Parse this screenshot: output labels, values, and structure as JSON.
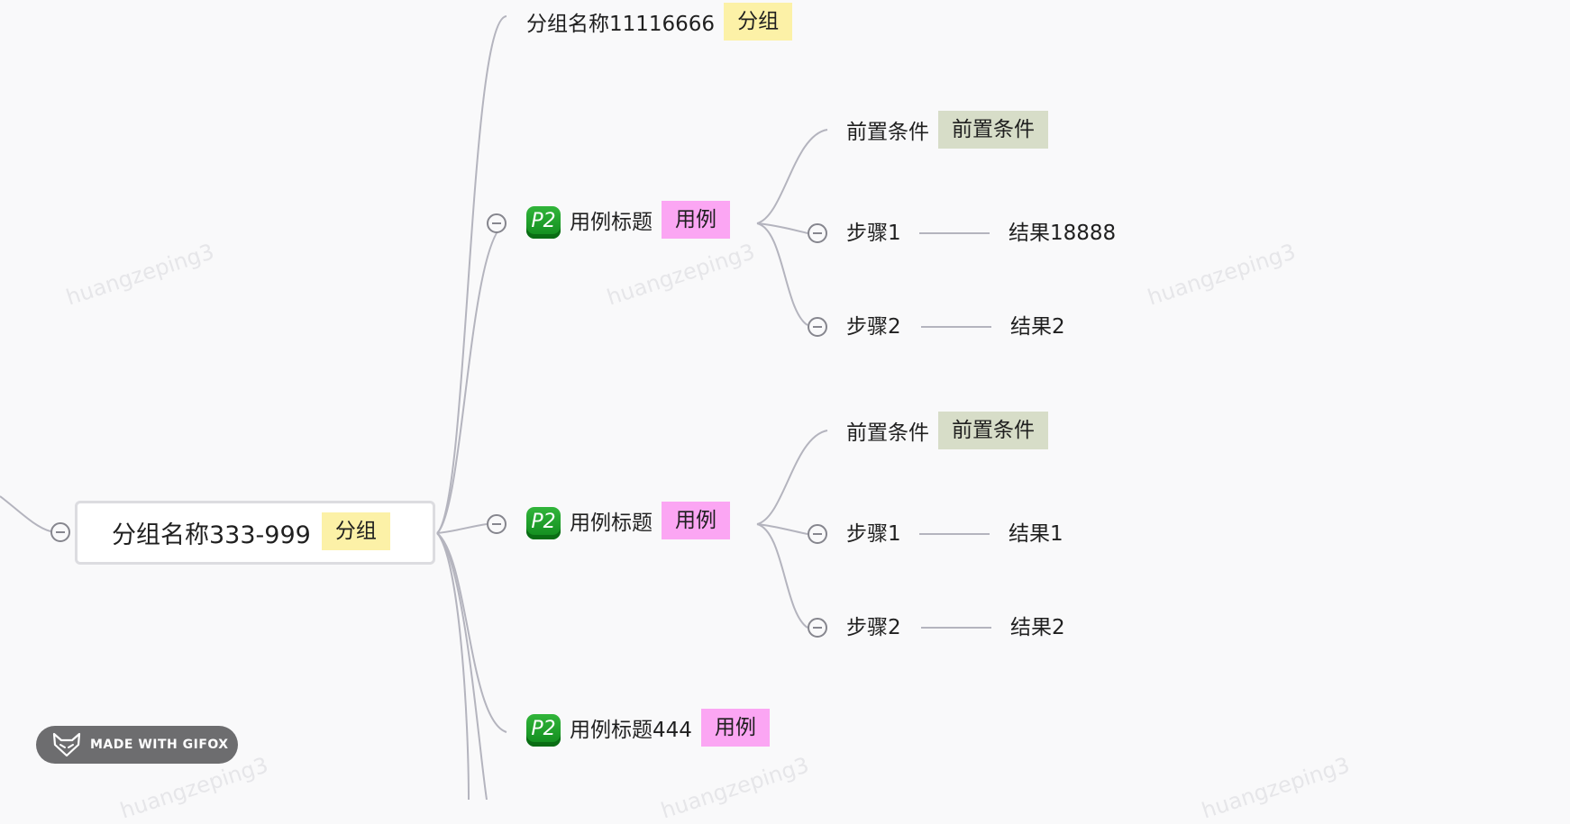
{
  "watermark_text": "huangzeping3",
  "root": {
    "title": "分组名称333-999",
    "tag": "分组"
  },
  "groups": [
    {
      "title": "分组名称11116666",
      "tag": "分组"
    }
  ],
  "cases": [
    {
      "priority": "P2",
      "title": "用例标题",
      "tag": "用例",
      "precondition": {
        "label": "前置条件",
        "tag": "前置条件"
      },
      "steps": [
        {
          "label": "步骤1",
          "result": "结果18888"
        },
        {
          "label": "步骤2",
          "result": "结果2"
        }
      ]
    },
    {
      "priority": "P2",
      "title": "用例标题",
      "tag": "用例",
      "precondition": {
        "label": "前置条件",
        "tag": "前置条件"
      },
      "steps": [
        {
          "label": "步骤1",
          "result": "结果1"
        },
        {
          "label": "步骤2",
          "result": "结果2"
        }
      ]
    },
    {
      "priority": "P2",
      "title": "用例标题444",
      "tag": "用例"
    }
  ],
  "badge": {
    "text": "MADE WITH GIFOX",
    "icon": "fox-icon"
  },
  "colors": {
    "connector": "#b4b4be",
    "group_tag": "#fcf1a7",
    "case_tag": "#fba6f3",
    "precondition_tag": "#d7ddc8",
    "priority_badge": "#1f9e2a"
  }
}
